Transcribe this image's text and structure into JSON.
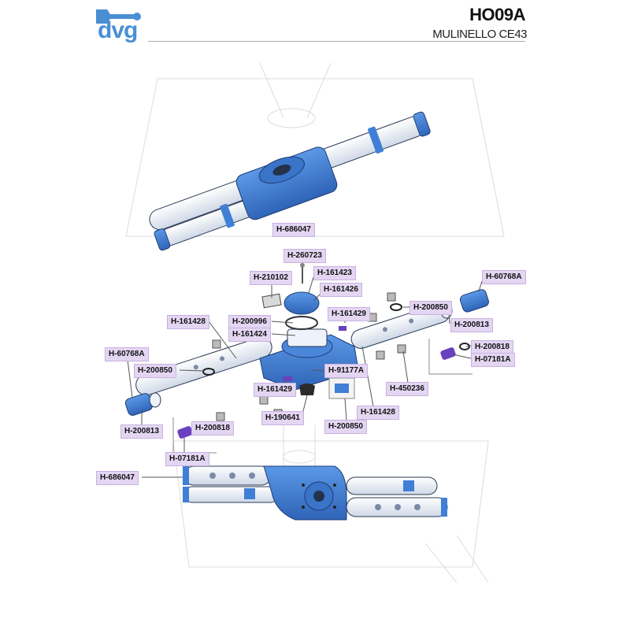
{
  "header": {
    "code": "HO09A",
    "subtitle": "MULINELLO CE43",
    "brand": "dvg"
  },
  "colors": {
    "part_blue": "#3f7fd6",
    "part_white": "#eef3fb",
    "part_outline": "#2a3a55",
    "label_bg": "#e4d6f2",
    "purple_part": "#6a3fc0"
  },
  "parts": [
    {
      "id": "top-assembly",
      "code": "H-686047"
    },
    {
      "id": "pin",
      "code": "H-260723"
    },
    {
      "id": "plate",
      "code": "H-210102"
    },
    {
      "id": "cap-clip",
      "code": "H-161423"
    },
    {
      "id": "hub-cover",
      "code": "H-161426"
    },
    {
      "id": "end-cap-right",
      "code": "H-60768A"
    },
    {
      "id": "oring-right",
      "code": "H-200850"
    },
    {
      "id": "clip-right",
      "code": "H-161429"
    },
    {
      "id": "pipe-left-upper",
      "code": "H-161428"
    },
    {
      "id": "seal",
      "code": "H-200996"
    },
    {
      "id": "ring-right",
      "code": "H-200813"
    },
    {
      "id": "clip-hub",
      "code": "H-161424"
    },
    {
      "id": "oring-small-right",
      "code": "H-200818"
    },
    {
      "id": "end-cap-left",
      "code": "H-60768A"
    },
    {
      "id": "pin-right",
      "code": "H-07181A"
    },
    {
      "id": "oring-left",
      "code": "H-200850"
    },
    {
      "id": "hub-body",
      "code": "H-91177A"
    },
    {
      "id": "clip-left",
      "code": "H-161429"
    },
    {
      "id": "bracket",
      "code": "H-450236"
    },
    {
      "id": "nozzle",
      "code": "H-190641"
    },
    {
      "id": "pipe-right-lower",
      "code": "H-161428"
    },
    {
      "id": "ring-left",
      "code": "H-200813"
    },
    {
      "id": "oring-small-left",
      "code": "H-200818"
    },
    {
      "id": "detail-oring",
      "code": "H-200850"
    },
    {
      "id": "pin-left",
      "code": "H-07181A"
    },
    {
      "id": "bottom-assembly",
      "code": "H-686047"
    }
  ]
}
